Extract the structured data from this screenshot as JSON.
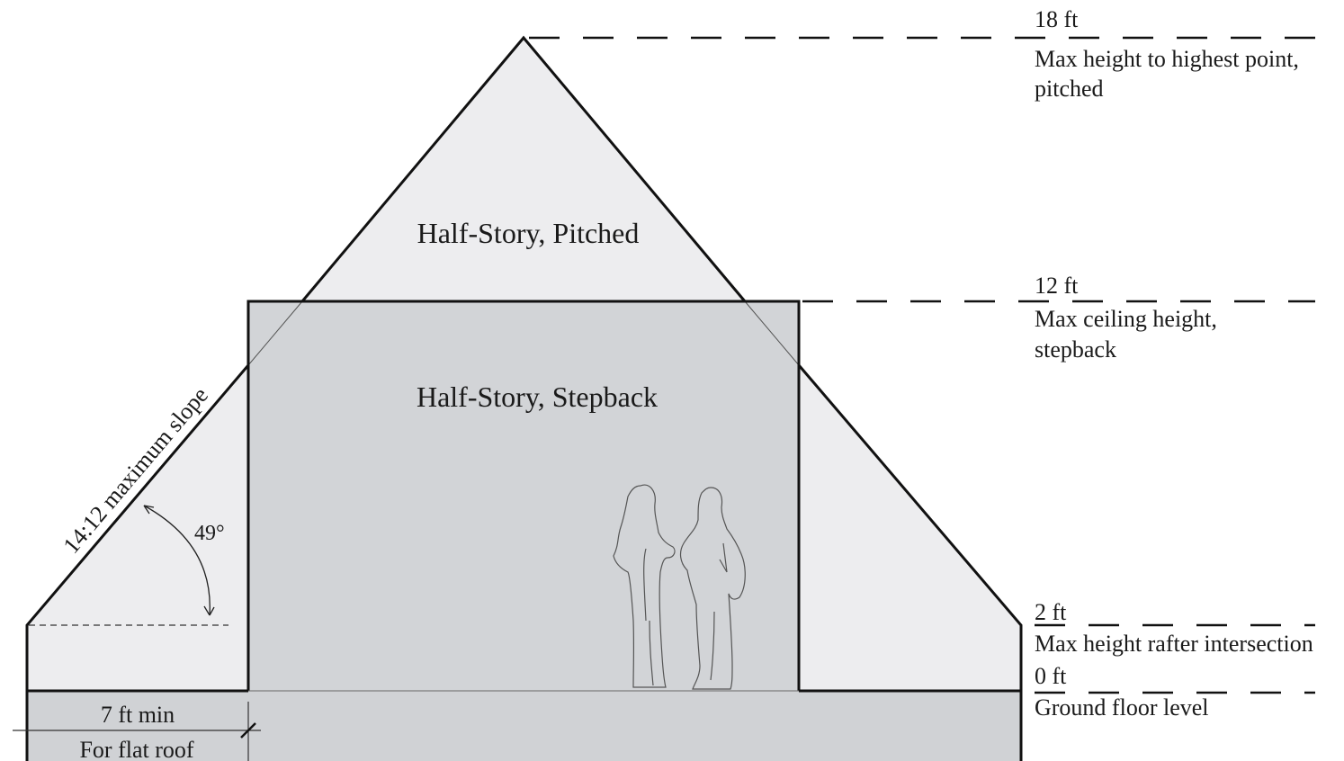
{
  "labels": {
    "half_story_pitched": "Half-Story, Pitched",
    "half_story_stepback": "Half-Story, Stepback",
    "slope": "14:12 maximum slope",
    "angle": "49°",
    "min_width": "7 ft min",
    "flat_roof": "For flat roof"
  },
  "height_markers": [
    {
      "value": "18 ft",
      "caption_lines": [
        "Max height to highest point,",
        "pitched"
      ]
    },
    {
      "value": "12 ft",
      "caption_lines": [
        "Max ceiling height,",
        "stepback"
      ]
    },
    {
      "value": "2 ft",
      "caption_lines": [
        "Max height rafter intersection"
      ]
    },
    {
      "value": "0 ft",
      "caption_lines": [
        "Ground floor level"
      ]
    }
  ],
  "colors": {
    "pitched_fill": "#ededef",
    "stepback_fill": "#d2d4d7",
    "ground_fill": "#d0d2d5",
    "line": "#111111"
  }
}
